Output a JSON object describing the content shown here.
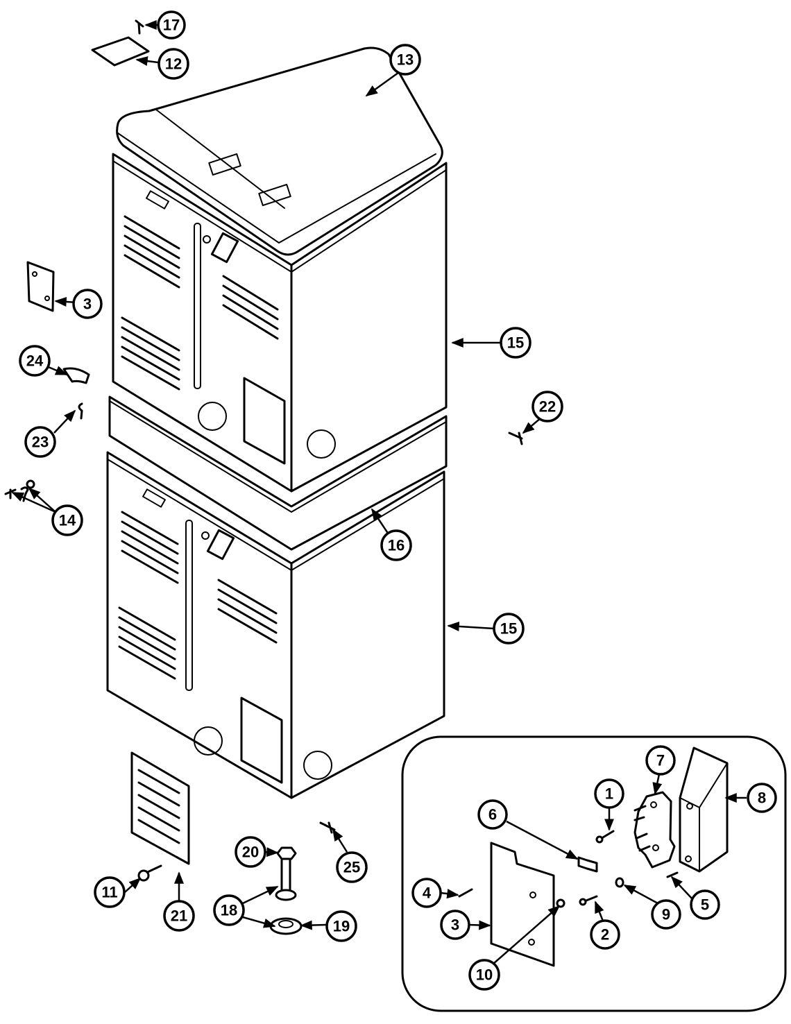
{
  "callouts": [
    {
      "id": "c1",
      "label": "1"
    },
    {
      "id": "c2",
      "label": "2"
    },
    {
      "id": "c3a",
      "label": "3"
    },
    {
      "id": "c3b",
      "label": "3"
    },
    {
      "id": "c4",
      "label": "4"
    },
    {
      "id": "c5",
      "label": "5"
    },
    {
      "id": "c6",
      "label": "6"
    },
    {
      "id": "c7",
      "label": "7"
    },
    {
      "id": "c8",
      "label": "8"
    },
    {
      "id": "c9",
      "label": "9"
    },
    {
      "id": "c10",
      "label": "10"
    },
    {
      "id": "c11",
      "label": "11"
    },
    {
      "id": "c12",
      "label": "12"
    },
    {
      "id": "c13",
      "label": "13"
    },
    {
      "id": "c14",
      "label": "14"
    },
    {
      "id": "c15a",
      "label": "15"
    },
    {
      "id": "c15b",
      "label": "15"
    },
    {
      "id": "c16",
      "label": "16"
    },
    {
      "id": "c17",
      "label": "17"
    },
    {
      "id": "c18",
      "label": "18"
    },
    {
      "id": "c19",
      "label": "19"
    },
    {
      "id": "c20",
      "label": "20"
    },
    {
      "id": "c21",
      "label": "21"
    },
    {
      "id": "c22",
      "label": "22"
    },
    {
      "id": "c23",
      "label": "23"
    },
    {
      "id": "c24",
      "label": "24"
    },
    {
      "id": "c25",
      "label": "25"
    }
  ]
}
